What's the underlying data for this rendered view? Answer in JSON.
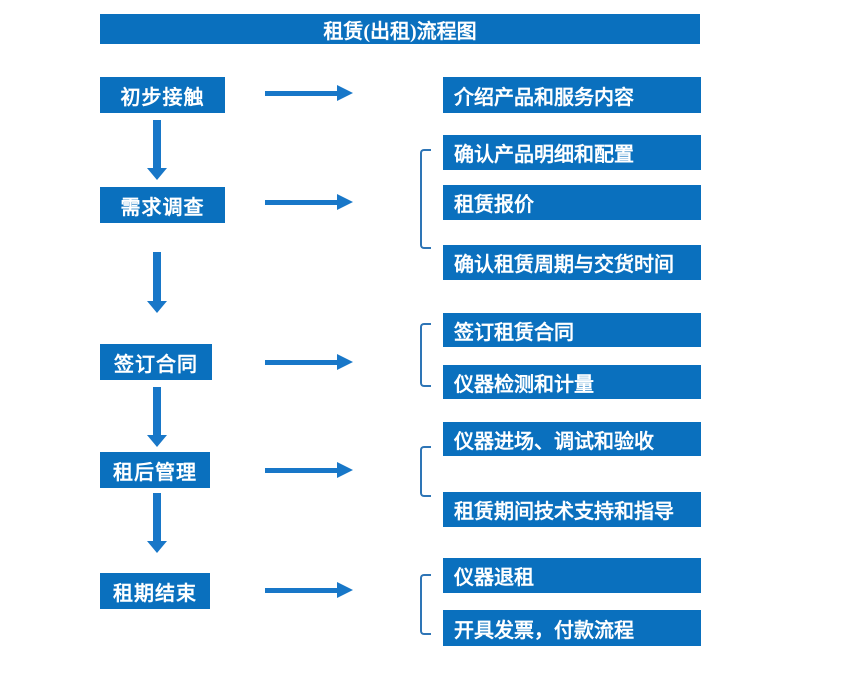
{
  "title": "租赁(出租)流程图",
  "colors": {
    "box_blue": "#0A70BE",
    "arrow_blue": "#1877C8",
    "bracket_blue": "#2E75B6",
    "text_white": "#FFFFFF",
    "background": "#FFFFFF"
  },
  "flow": {
    "steps": [
      {
        "label": "初步接触",
        "details": [
          "介绍产品和服务内容"
        ]
      },
      {
        "label": "需求调查",
        "details": [
          "确认产品明细和配置",
          "租赁报价",
          "确认租赁周期与交货时间"
        ]
      },
      {
        "label": "签订合同",
        "details": [
          "签订租赁合同",
          "仪器检测和计量"
        ]
      },
      {
        "label": "租后管理",
        "details": [
          "仪器进场、调试和验收",
          "租赁期间技术支持和指导"
        ]
      },
      {
        "label": "租期结束",
        "details": [
          "仪器退租",
          "开具发票，付款流程"
        ]
      }
    ]
  }
}
